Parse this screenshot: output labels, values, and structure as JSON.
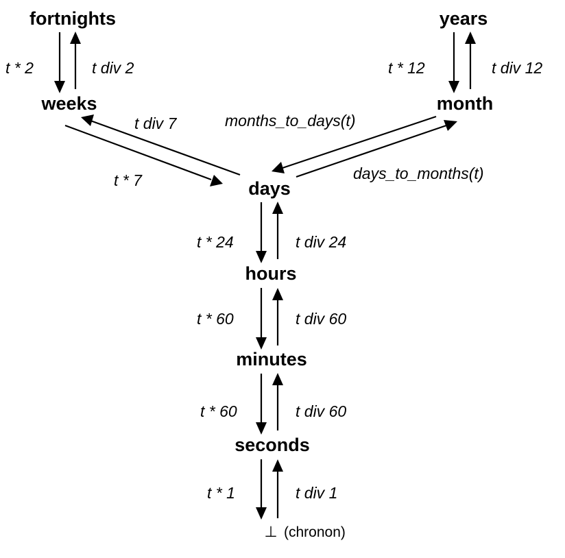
{
  "nodes": {
    "fortnights": "fortnights",
    "weeks": "weeks",
    "years": "years",
    "month": "month",
    "days": "days",
    "hours": "hours",
    "minutes": "minutes",
    "seconds": "seconds",
    "chronon_symbol": "⊥",
    "chronon_label": "(chronon)"
  },
  "edges": {
    "fortnights_to_weeks": "t * 2",
    "weeks_to_fortnights": "t div 2",
    "years_to_month": "t * 12",
    "month_to_years": "t div 12",
    "days_to_weeks": "t div 7",
    "weeks_to_days": "t * 7",
    "month_to_days": "months_to_days(t)",
    "days_to_month": "days_to_months(t)",
    "days_to_hours": "t * 24",
    "hours_to_days": "t div 24",
    "hours_to_minutes": "t * 60",
    "minutes_to_hours": "t div 60",
    "minutes_to_seconds": "t * 60",
    "seconds_to_minutes": "t div 60",
    "seconds_to_chronon": "t * 1",
    "chronon_to_seconds": "t div 1"
  }
}
